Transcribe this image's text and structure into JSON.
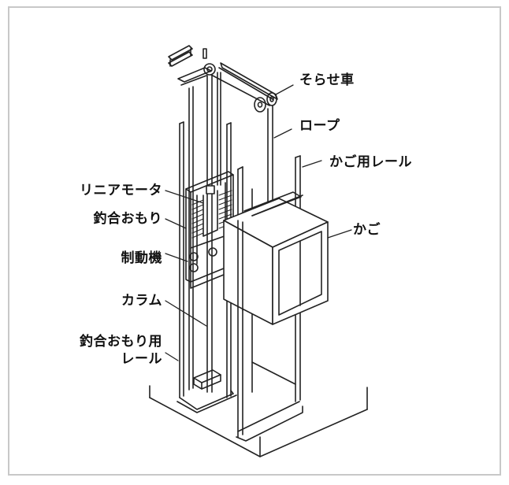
{
  "diagram": {
    "type": "elevator-linear-motor-schematic",
    "labels": {
      "deflector_sheave": "そらせ車",
      "rope": "ロープ",
      "car_rail": "かご用レール",
      "car": "かご",
      "linear_motor": "リニアモータ",
      "counterweight": "釣合おもり",
      "brake": "制動機",
      "column": "カラム",
      "counterweight_rail_line1": "釣合おもり用",
      "counterweight_rail_line2": "レール"
    },
    "colors": {
      "line": "#222222",
      "frame": "#c8c8c8",
      "background": "#ffffff"
    }
  }
}
